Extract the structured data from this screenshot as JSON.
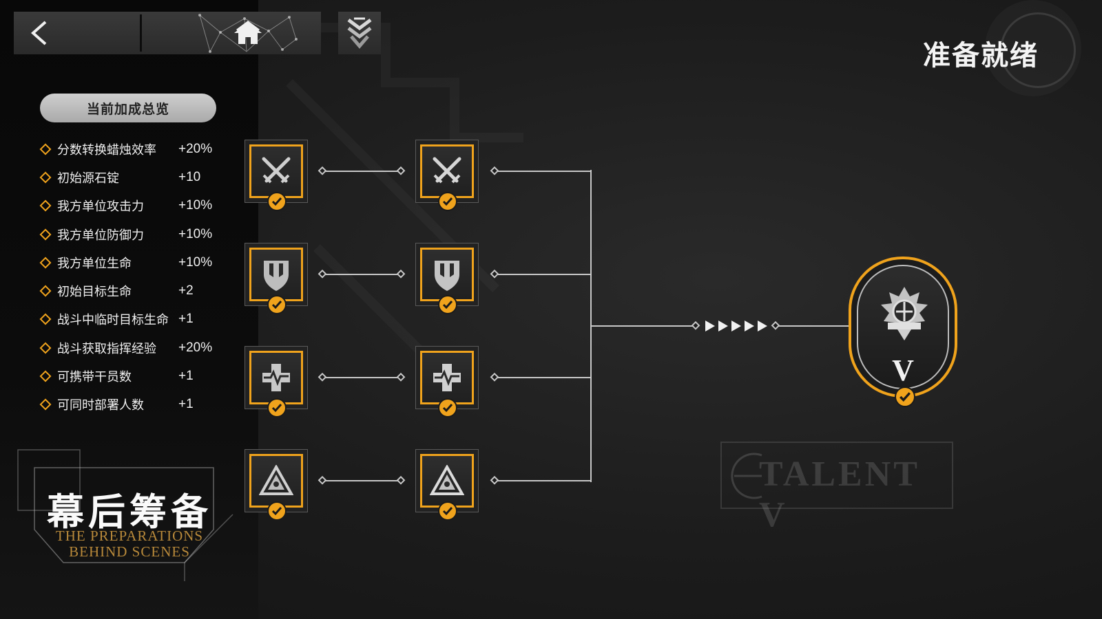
{
  "nav": {
    "back_icon": "chevron-left-icon",
    "home_icon": "home-icon",
    "menu_icon": "chevron-stack-icon"
  },
  "status": {
    "ready_label": "准备就绪"
  },
  "summary": {
    "title": "当前加成总览",
    "items": [
      {
        "label": "分数转换蜡烛效率",
        "value": "+20%"
      },
      {
        "label": "初始源石锭",
        "value": "+10"
      },
      {
        "label": "我方单位攻击力",
        "value": "+10%"
      },
      {
        "label": "我方单位防御力",
        "value": "+10%"
      },
      {
        "label": "我方单位生命",
        "value": "+10%"
      },
      {
        "label": "初始目标生命",
        "value": "+2"
      },
      {
        "label": "战斗中临时目标生命",
        "value": "+1"
      },
      {
        "label": "战斗获取指挥经验",
        "value": "+20%"
      },
      {
        "label": "可携带干员数",
        "value": "+1"
      },
      {
        "label": "可同时部署人数",
        "value": "+1"
      }
    ]
  },
  "event": {
    "title_cn": "幕后筹备",
    "title_en_line1": "THE PREPARATIONS",
    "title_en_line2": "BEHIND SCENES"
  },
  "talents": {
    "rows": [
      {
        "icon": "crossed-swords-icon",
        "unlocked": true
      },
      {
        "icon": "shield-icon",
        "unlocked": true
      },
      {
        "icon": "medical-cross-icon",
        "unlocked": true
      },
      {
        "icon": "triangle-eye-icon",
        "unlocked": true
      }
    ],
    "final": {
      "icon": "talent-crest-icon",
      "numeral": "V",
      "unlocked": true
    },
    "banner": "TALENT V"
  },
  "colors": {
    "accent": "#f0a31c",
    "panel": "#0a0a0a",
    "background": "#1e1e1e"
  }
}
